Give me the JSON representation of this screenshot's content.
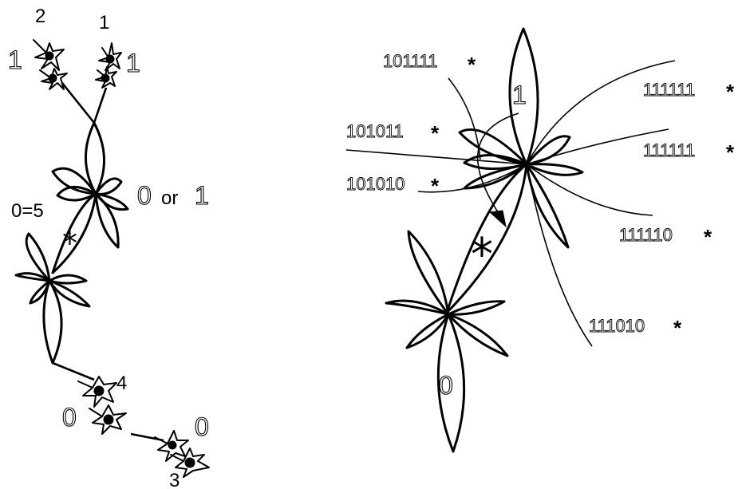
{
  "left_diagram": {
    "top_left_number": "2",
    "top_right_number": "1",
    "top_left_hollow": "1",
    "top_right_hollow": "1",
    "mid_label_hollow_0": "0",
    "mid_label_or": "or",
    "mid_label_hollow_1": "1",
    "zero_eq_five": "0=5",
    "asterisk": "*",
    "bottom_number_4": "4",
    "bottom_number_3": "3",
    "bottom_left_hollow": "0",
    "bottom_right_hollow": "0"
  },
  "right_diagram": {
    "upper_petal_label": "1",
    "lower_petal_label": "0",
    "center_asterisk": "*",
    "left_codes": [
      {
        "code": "101111",
        "mark": "*"
      },
      {
        "code": "101011",
        "mark": "*"
      },
      {
        "code": "101010",
        "mark": "*"
      }
    ],
    "right_codes": [
      {
        "code": "111111",
        "mark": "*"
      },
      {
        "code": "111111",
        "mark": "*"
      },
      {
        "code": "111110",
        "mark": "*"
      },
      {
        "code": "111010",
        "mark": "*"
      }
    ]
  }
}
